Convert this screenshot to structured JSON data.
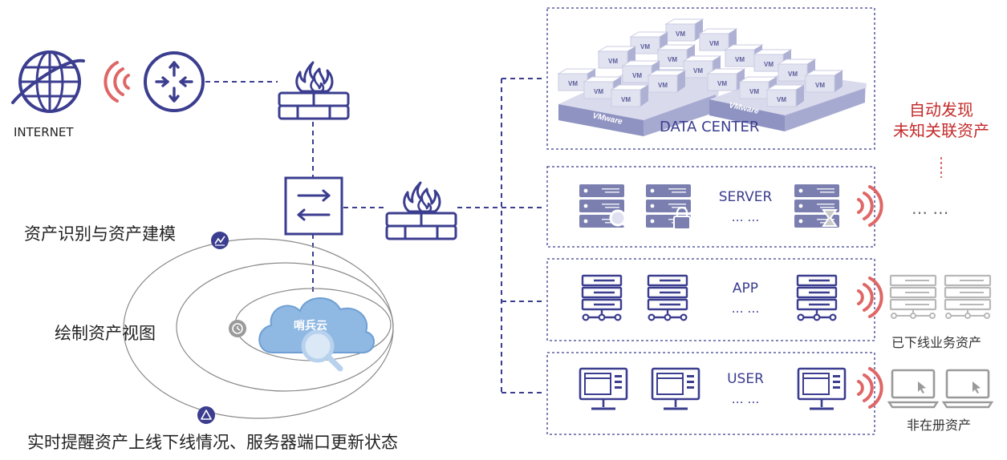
{
  "internet_label": "INTERNET",
  "left_annotations": {
    "asset_modeling": "资产识别与资产建模",
    "asset_view": "绘制资产视图",
    "realtime_alert": "实时提醒资产上线下线情况、服务器端口更新状态"
  },
  "cloud_label": "哨兵云",
  "sections": {
    "datacenter": {
      "title": "DATA CENTER",
      "vm_tag": "VM",
      "vmware_tag": "VMware"
    },
    "server": {
      "title": "SERVER",
      "dots": "… …"
    },
    "app": {
      "title": "APP",
      "dots": "… …"
    },
    "user": {
      "title": "USER",
      "dots": "… …"
    }
  },
  "right_notes": {
    "auto_discover_line1": "自动发现",
    "auto_discover_line2": "未知关联资产",
    "more_dots": "… …",
    "offline_assets": "已下线业务资产",
    "unregistered_assets": "非在册资产"
  },
  "colors": {
    "primary": "#3b3d8f",
    "icon_fill": "#7b7fb0",
    "signal": "#e06666",
    "gray": "#b8b8b8",
    "cloud": "#8fb8e3",
    "alert_red": "#c42a2a"
  },
  "icons": [
    "globe-icon",
    "router-icon",
    "firewall-icon",
    "switch-icon",
    "server-icon",
    "app-stack-icon",
    "desktop-icon",
    "laptop-icon",
    "signal-icon",
    "cloud-icon",
    "magnifier-icon",
    "lock-icon",
    "hourglass-icon",
    "history-icon",
    "chart-icon",
    "warning-icon"
  ]
}
